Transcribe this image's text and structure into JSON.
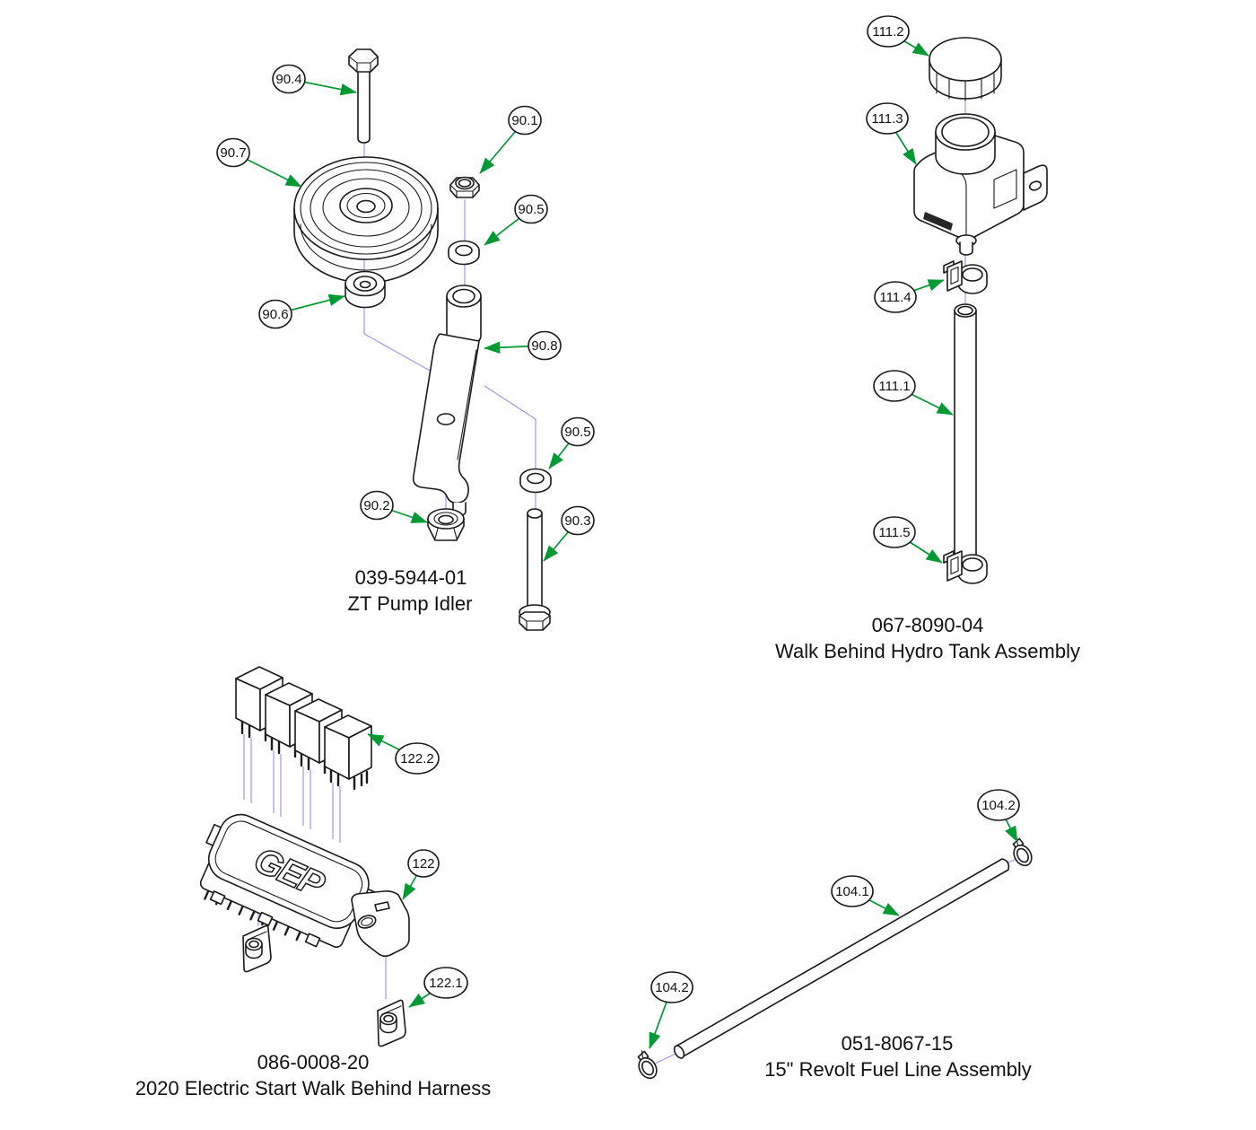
{
  "drawing": {
    "background": "#ffffff",
    "colors": {
      "ink": "#1a1a1a",
      "leader": "#009933",
      "centerline": "#9a9aee",
      "text": "#111111"
    },
    "assemblies": [
      {
        "id": "zt-pump-idler",
        "part_number": "039-5944-01",
        "name": "ZT Pump Idler",
        "callouts": [
          "90.4",
          "90.7",
          "90.1",
          "90.5",
          "90.6",
          "90.8",
          "90.5",
          "90.2",
          "90.3"
        ]
      },
      {
        "id": "hydro-tank",
        "part_number": "067-8090-04",
        "name": "Walk Behind Hydro Tank Assembly",
        "callouts": [
          "111.2",
          "111.3",
          "111.4",
          "111.1",
          "111.5"
        ]
      },
      {
        "id": "electric-start-harness",
        "part_number": "086-0008-20",
        "name": "2020 Electric Start Walk Behind Harness",
        "component_logo": "GEP",
        "callouts": [
          "122.2",
          "122",
          "122.1"
        ]
      },
      {
        "id": "fuel-line",
        "part_number": "051-8067-15",
        "name": "15\" Revolt Fuel Line Assembly",
        "callouts": [
          "104.2",
          "104.1",
          "104.2"
        ]
      }
    ]
  }
}
